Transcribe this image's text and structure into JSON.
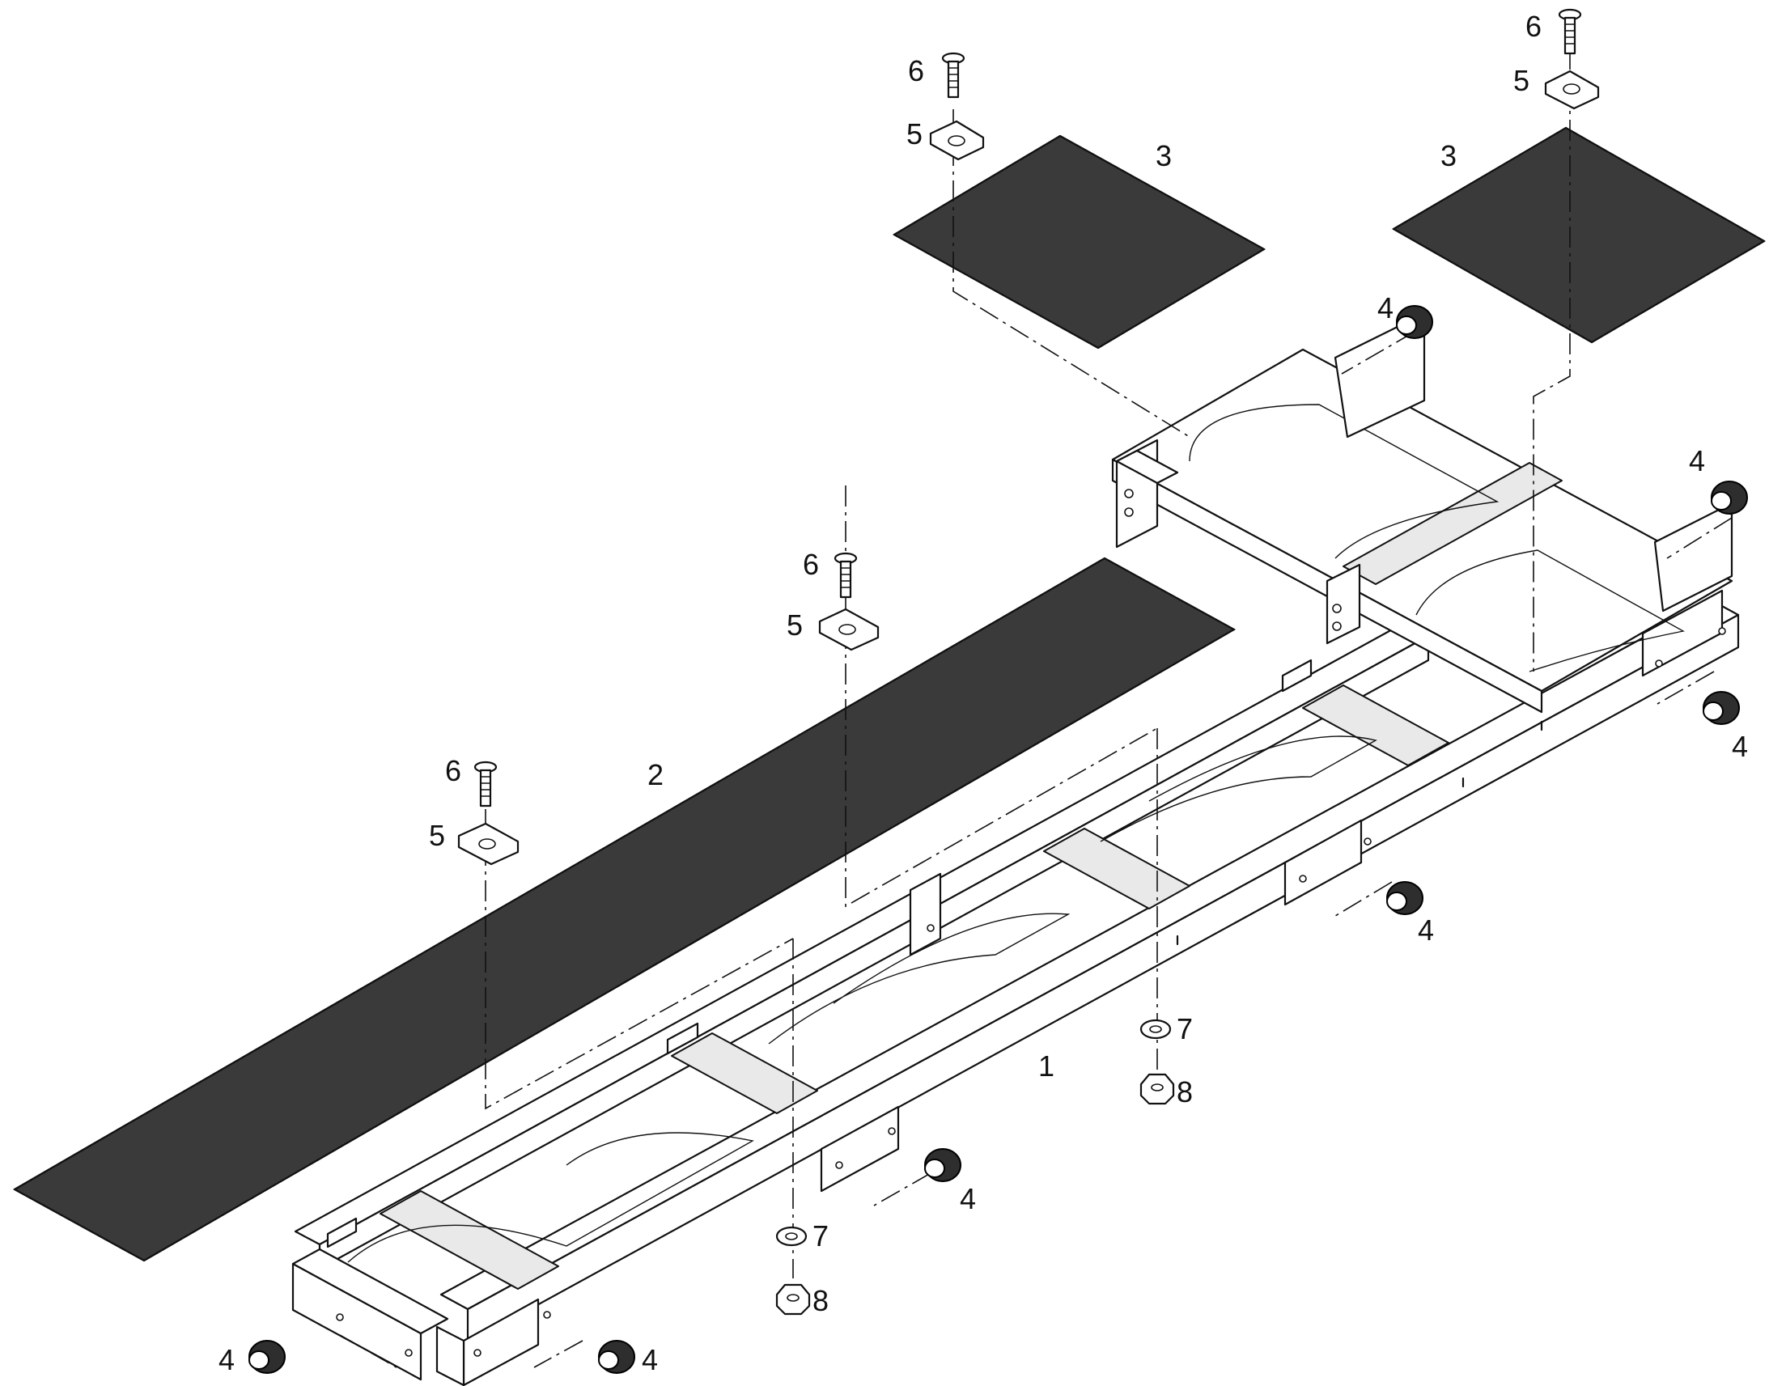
{
  "callouts": {
    "frame": "1",
    "long_grating": "2",
    "short_grating": "3",
    "end_cap": "4",
    "washer_plate": "5",
    "screw": "6",
    "flat_washer": "7",
    "nut": "8"
  }
}
